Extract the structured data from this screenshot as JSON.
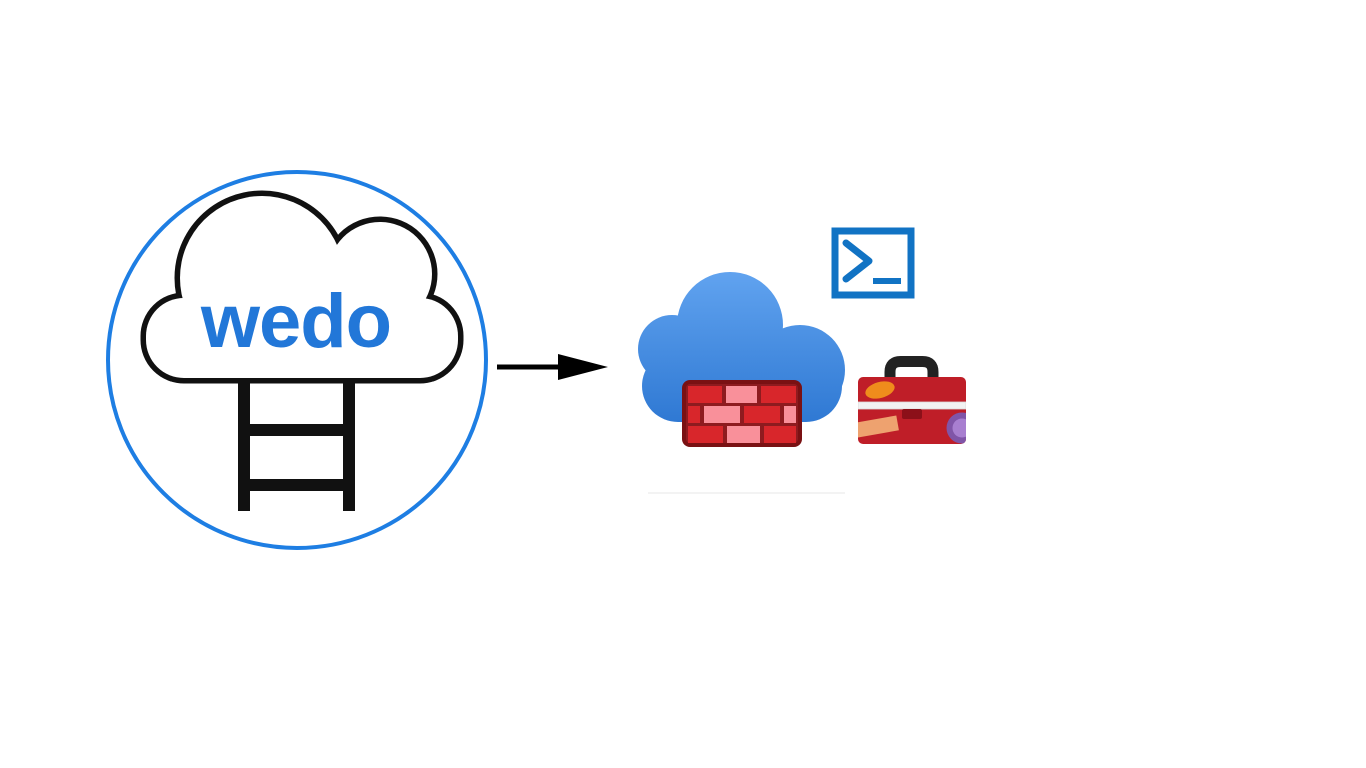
{
  "diagram": {
    "background_color": "#ffffff",
    "source": {
      "icon": "cloud-with-ladder-logo",
      "label": "wedo",
      "label_color": "#2277d8",
      "ring_color": "#1e7ee3",
      "outline_color": "#111111"
    },
    "arrow": {
      "direction": "right",
      "color": "#000000"
    },
    "target": {
      "cloud": {
        "icon": "azure-cloud-icon",
        "gradient_top": "#62a4f0",
        "gradient_bottom": "#2d77d2"
      },
      "terminal": {
        "icon": "terminal-prompt-icon",
        "glyph": ">_",
        "color": "#1173c4"
      },
      "firewall": {
        "icon": "firewall-brick-wall-icon",
        "frame_color": "#7a1113",
        "mortar_color": "#8e1b1f",
        "brick_red": "#d8262b",
        "brick_pink": "#f9909a",
        "pattern_rows": [
          [
            "red",
            "pink",
            "red"
          ],
          [
            "red",
            "pink",
            "red",
            "pink"
          ],
          [
            "red",
            "pink",
            "red"
          ]
        ]
      },
      "toolbox": {
        "icon": "toolbox-icon",
        "body_color": "#bf1e28",
        "handle_color": "#222222",
        "stripe_color": "#f2f2f2",
        "latch_color": "#8c1019",
        "sticker_orange": "#ef8c1c",
        "sticker_tan": "#eea26f",
        "sticker_purple_outer": "#8055a8",
        "sticker_purple_inner": "#a87fd0"
      }
    }
  }
}
